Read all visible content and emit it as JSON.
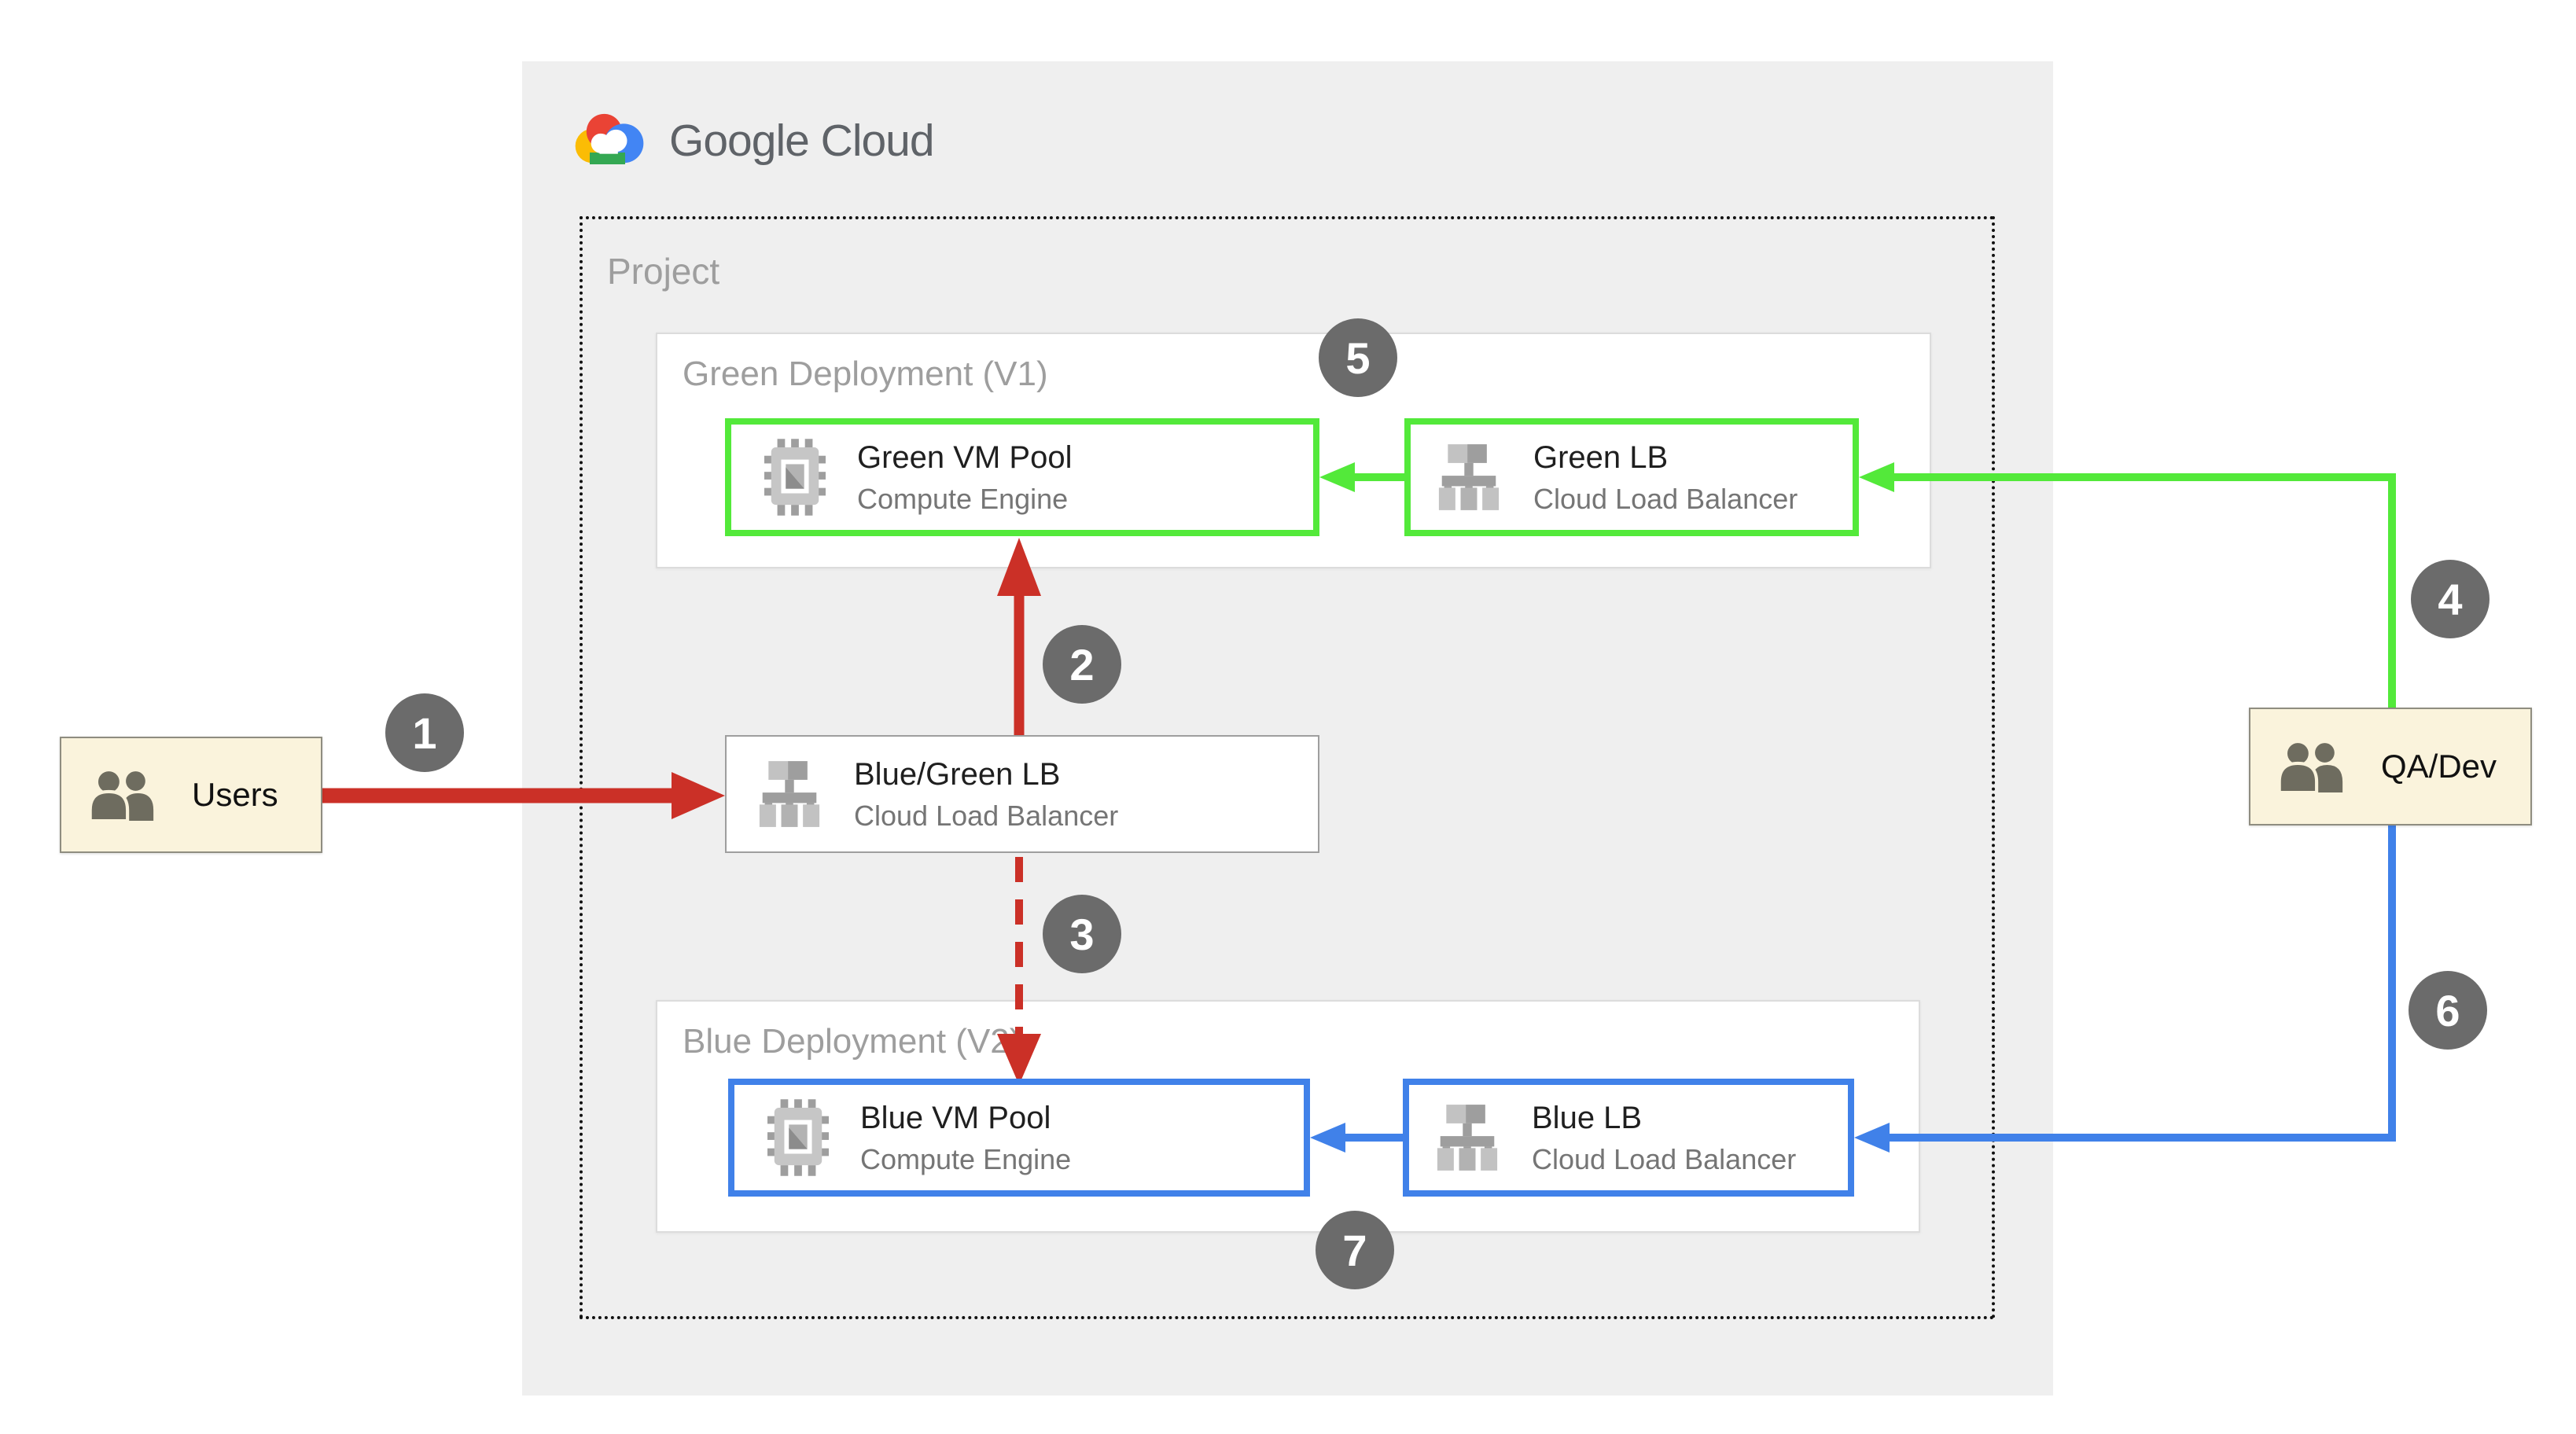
{
  "logo": {
    "text": "Google Cloud"
  },
  "project": {
    "label": "Project"
  },
  "groups": {
    "green": {
      "label": "Green Deployment (V1)"
    },
    "blue": {
      "label": "Blue Deployment (V2)"
    }
  },
  "nodes": {
    "green_vm": {
      "title": "Green VM Pool",
      "subtitle": "Compute Engine"
    },
    "green_lb": {
      "title": "Green LB",
      "subtitle": "Cloud Load Balancer"
    },
    "bg_lb": {
      "title": "Blue/Green LB",
      "subtitle": "Cloud Load Balancer"
    },
    "blue_vm": {
      "title": "Blue VM Pool",
      "subtitle": "Compute Engine"
    },
    "blue_lb": {
      "title": "Blue LB",
      "subtitle": "Cloud Load Balancer"
    }
  },
  "actors": {
    "users": {
      "label": "Users"
    },
    "qadev": {
      "label": "QA/Dev"
    }
  },
  "badges": [
    "1",
    "2",
    "3",
    "4",
    "5",
    "6",
    "7"
  ],
  "colors": {
    "red_arrow": "#cb3027",
    "green_line": "#53e93a",
    "blue_line": "#4081e9",
    "badge_gray": "#6b6b6b",
    "panel_bg": "#efefef",
    "actor_bg": "#faf3dc",
    "logo_blue": "#4285f4",
    "logo_red": "#ea4335",
    "logo_yellow": "#fbbc05",
    "logo_green": "#34a853"
  }
}
